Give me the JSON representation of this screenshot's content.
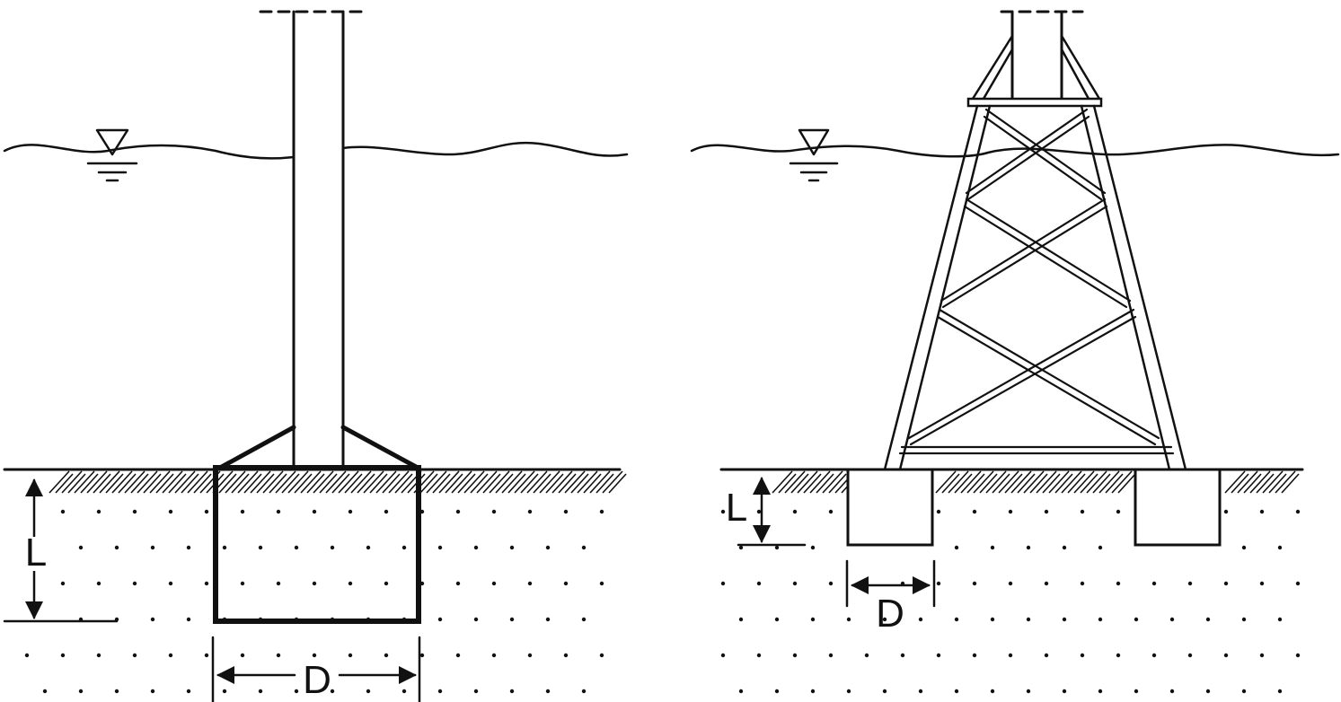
{
  "left_caisson": {
    "depth_label": "L",
    "diameter_label": "D"
  },
  "right_jacket": {
    "depth_label": "L",
    "diameter_label": "D"
  },
  "colors": {
    "line": "#111111",
    "background": "#ffffff"
  },
  "icons": [
    "water-level-icon",
    "soil-hatch-pattern",
    "soil-dot-pattern",
    "dimension-arrow-icon"
  ]
}
